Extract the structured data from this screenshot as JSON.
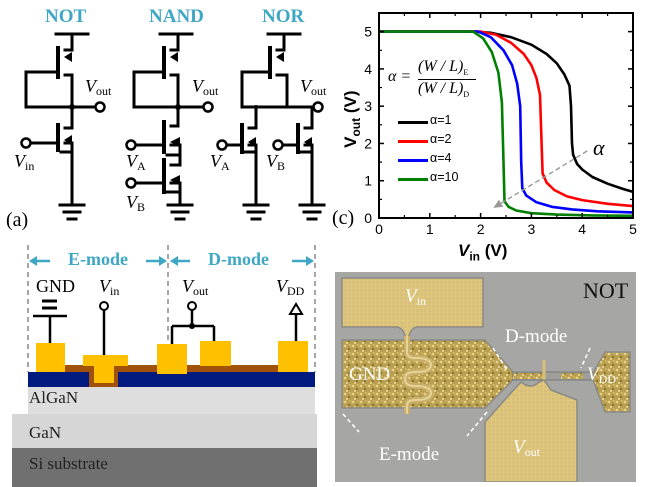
{
  "panel_a": {
    "label": "(a)",
    "gates": [
      {
        "title": "NOT",
        "output": {
          "v": "V",
          "sub": "out"
        },
        "inputs": [
          {
            "v": "V",
            "sub": "in"
          }
        ]
      },
      {
        "title": "NAND",
        "output": {
          "v": "V",
          "sub": "out"
        },
        "inputs": [
          {
            "v": "V",
            "sub": "A"
          },
          {
            "v": "V",
            "sub": "B"
          }
        ]
      },
      {
        "title": "NOR",
        "output": {
          "v": "V",
          "sub": "out"
        },
        "inputs": [
          {
            "v": "V",
            "sub": "A"
          },
          {
            "v": "V",
            "sub": "B"
          }
        ]
      }
    ],
    "title_color": "#3fa7c4"
  },
  "panel_b": {
    "modes": [
      "E-mode",
      "D-mode"
    ],
    "terminals": {
      "gnd": "GND",
      "vin": {
        "v": "V",
        "sub": "in"
      },
      "vout": {
        "v": "V",
        "sub": "out"
      },
      "vdd": {
        "v": "V",
        "sub": "DD"
      }
    },
    "layers": [
      "AlGaN",
      "GaN",
      "Si substrate"
    ],
    "colors": {
      "metal": "#ffc000",
      "dielectric": "#a0520a",
      "passivation": "#001a80",
      "algan": "#dddddd",
      "gan": "#d6d6d6",
      "si": "#707070",
      "accent": "#3fa7c4"
    }
  },
  "panel_c": {
    "label": "(c)"
  },
  "panel_d": {
    "title": "NOT",
    "pads": {
      "vin": {
        "v": "V",
        "sub": "in"
      },
      "gnd": "GND",
      "vdd": {
        "v": "V",
        "sub": "DD"
      },
      "vout": {
        "v": "V",
        "sub": "out"
      }
    },
    "modes": [
      "D-mode",
      "E-mode"
    ]
  },
  "chart_data": {
    "type": "line",
    "title": "",
    "xlabel": "V_in (V)",
    "ylabel": "V_out (V)",
    "xlabel_main": "V",
    "xlabel_sub": "in",
    "xlabel_unit": " (V)",
    "ylabel_main": "V",
    "ylabel_sub": "out",
    "ylabel_unit": " (V)",
    "xlim": [
      0,
      5
    ],
    "ylim": [
      0,
      5.5
    ],
    "xticks": [
      "0",
      "1",
      "2",
      "3",
      "4",
      "5"
    ],
    "yticks": [
      "0",
      "1",
      "2",
      "3",
      "4",
      "5"
    ],
    "grid": false,
    "legend_position": "center-left",
    "annotation_formula": {
      "lhs": "α =",
      "num": "(W / L)",
      "num_sub": "E",
      "den": "(W / L)",
      "den_sub": "D"
    },
    "annotation_arrow": {
      "label": "α",
      "from": [
        4.1,
        1.8
      ],
      "to": [
        2.25,
        0.27
      ]
    },
    "series": [
      {
        "name": "α=1",
        "color": "#000000",
        "x": [
          0,
          1.9,
          2.2,
          2.6,
          3.0,
          3.3,
          3.5,
          3.65,
          3.75,
          3.78,
          3.8,
          3.82,
          3.9,
          4.0,
          4.2,
          4.5,
          4.8,
          5.0
        ],
        "y": [
          5,
          5,
          4.97,
          4.85,
          4.65,
          4.4,
          4.15,
          3.85,
          3.55,
          3.0,
          2.0,
          1.7,
          1.45,
          1.3,
          1.1,
          0.92,
          0.78,
          0.7
        ]
      },
      {
        "name": "α=2",
        "color": "#ff0000",
        "x": [
          0,
          2.0,
          2.3,
          2.6,
          2.85,
          3.0,
          3.1,
          3.17,
          3.2,
          3.22,
          3.3,
          3.45,
          3.7,
          4.0,
          4.5,
          5.0
        ],
        "y": [
          5,
          5,
          4.92,
          4.7,
          4.4,
          4.1,
          3.75,
          3.3,
          2.0,
          1.2,
          0.95,
          0.75,
          0.58,
          0.48,
          0.38,
          0.32
        ]
      },
      {
        "name": "α=4",
        "color": "#0000ff",
        "x": [
          0,
          1.95,
          2.2,
          2.45,
          2.62,
          2.72,
          2.78,
          2.8,
          2.82,
          2.9,
          3.1,
          3.4,
          3.8,
          4.3,
          5.0
        ],
        "y": [
          5,
          5,
          4.85,
          4.5,
          4.1,
          3.6,
          3.0,
          1.5,
          0.8,
          0.6,
          0.42,
          0.3,
          0.23,
          0.18,
          0.15
        ]
      },
      {
        "name": "α=10",
        "color": "#008000",
        "x": [
          0,
          1.85,
          2.05,
          2.22,
          2.35,
          2.42,
          2.45,
          2.47,
          2.55,
          2.7,
          3.0,
          3.5,
          4.2,
          5.0
        ],
        "y": [
          5,
          5,
          4.82,
          4.45,
          3.9,
          3.1,
          1.5,
          0.45,
          0.3,
          0.2,
          0.13,
          0.09,
          0.07,
          0.06
        ]
      }
    ]
  }
}
